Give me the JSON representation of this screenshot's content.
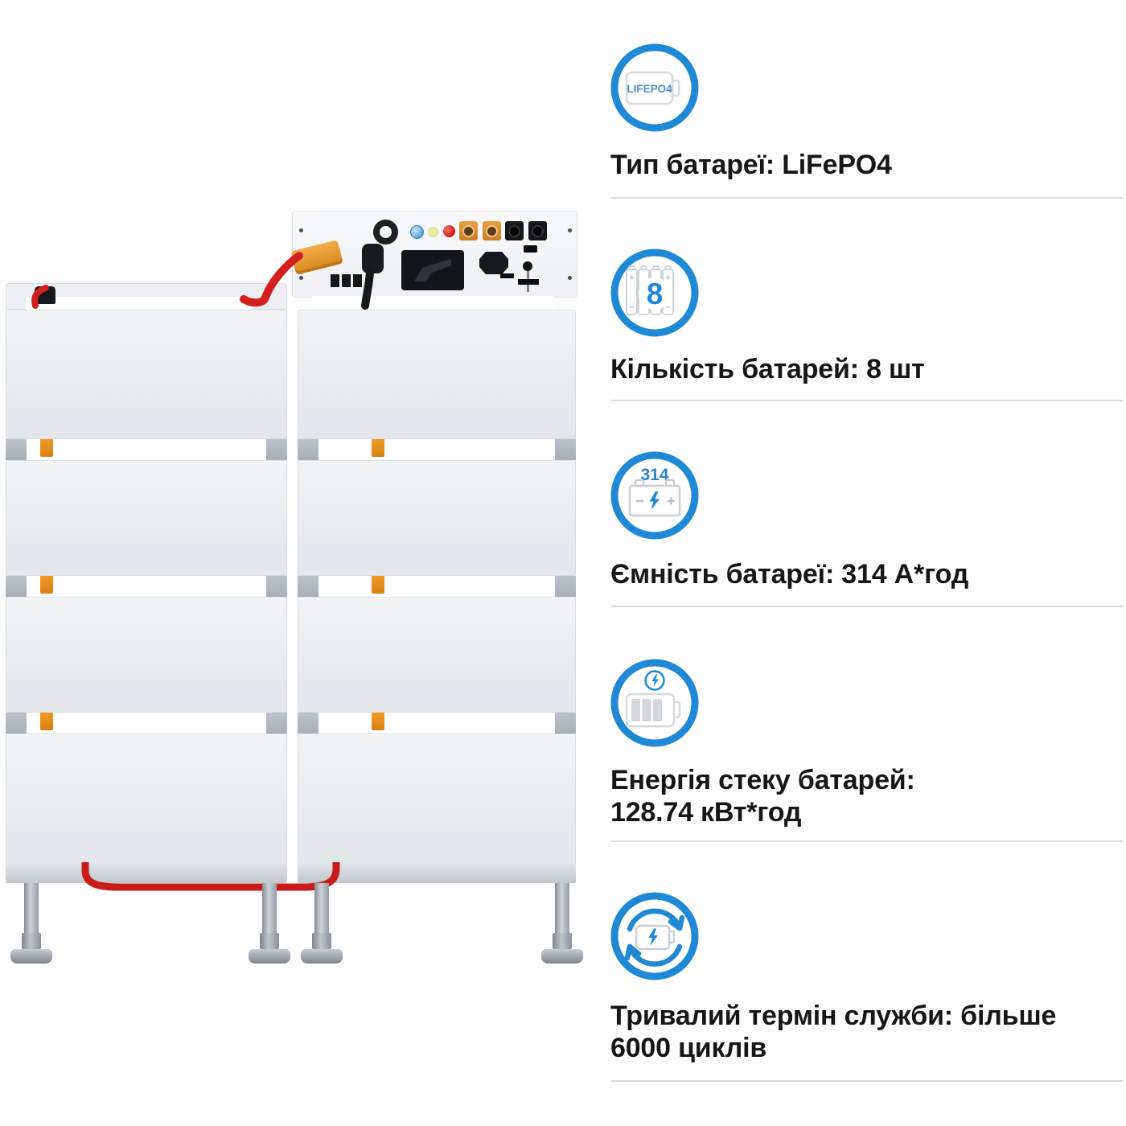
{
  "features": [
    {
      "id": "battery-type",
      "icon": "lifepo4-battery-icon",
      "icon_text": "LIFEPO4",
      "label": "Тип батареї: LiFePO4"
    },
    {
      "id": "battery-count",
      "icon": "battery-count-icon",
      "icon_text": "8",
      "label": "Кількість батарей: 8 шт"
    },
    {
      "id": "battery-capacity",
      "icon": "battery-capacity-icon",
      "icon_text": "314",
      "label": "Ємність батареї: 314 А*год"
    },
    {
      "id": "stack-energy",
      "icon": "stack-energy-icon",
      "label": "Енергія стеку батарей:\n128.74 кВт*год"
    },
    {
      "id": "cycle-life",
      "icon": "cycle-life-icon",
      "label": "Тривалий термін служби: більше\n6000 циклів"
    }
  ],
  "illustration": {
    "type": "stacked-battery-system",
    "towers": 2,
    "modules_per_tower": 4
  },
  "colors": {
    "accent_blue": "#2089d6",
    "icon_outline_gray": "#ccd1d6",
    "text": "#161616",
    "divider": "#dbdbdb",
    "cable_red": "#d21f1f",
    "connector_orange": "#e8953b",
    "module_tab_orange": "#e8921e"
  }
}
